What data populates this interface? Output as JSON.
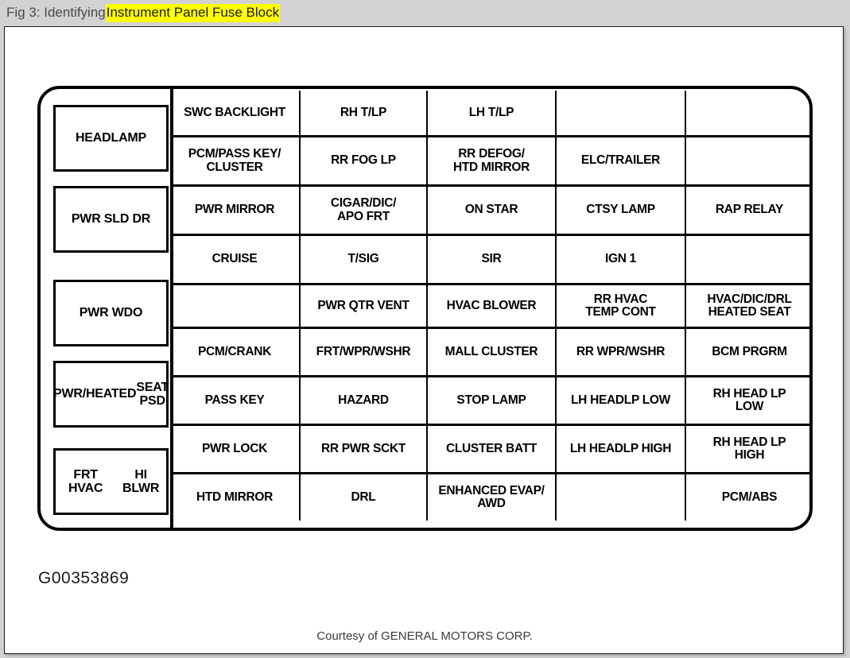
{
  "caption": {
    "prefix": "Fig 3: Identifying ",
    "highlight": "Instrument Panel Fuse Block",
    "highlight_color": "#ffff00"
  },
  "figure": {
    "id_label": "G00353869",
    "courtesy": "Courtesy of GENERAL MOTORS CORP."
  },
  "fuse_block": {
    "relays": [
      {
        "label": "HEADLAMP"
      },
      {
        "label": "PWR SLD DR"
      },
      {
        "label": "PWR WDO"
      },
      {
        "label": "PWR/HEATED\nSEAT PSD"
      },
      {
        "label": "FRT HVAC\nHI BLWR"
      }
    ],
    "columns": 5,
    "rows": 9,
    "grid": [
      [
        "SWC BACKLIGHT",
        "RH T/LP",
        "LH T/LP",
        "",
        ""
      ],
      [
        "PCM/PASS KEY/\nCLUSTER",
        "RR FOG LP",
        "RR DEFOG/\nHTD MIRROR",
        "ELC/TRAILER",
        ""
      ],
      [
        "PWR MIRROR",
        "CIGAR/DIC/\nAPO FRT",
        "ON STAR",
        "CTSY LAMP",
        "RAP RELAY"
      ],
      [
        "CRUISE",
        "T/SIG",
        "SIR",
        "IGN 1",
        ""
      ],
      [
        "",
        "PWR QTR VENT",
        "HVAC BLOWER",
        "RR HVAC\nTEMP CONT",
        "HVAC/DIC/DRL\nHEATED SEAT"
      ],
      [
        "PCM/CRANK",
        "FRT/WPR/WSHR",
        "MALL CLUSTER",
        "RR WPR/WSHR",
        "BCM PRGRM"
      ],
      [
        "PASS KEY",
        "HAZARD",
        "STOP LAMP",
        "LH HEADLP LOW",
        "RH HEAD LP\nLOW"
      ],
      [
        "PWR LOCK",
        "RR PWR SCKT",
        "CLUSTER BATT",
        "LH HEADLP HIGH",
        "RH HEAD LP\nHIGH"
      ],
      [
        "HTD MIRROR",
        "DRL",
        "ENHANCED EVAP/\nAWD",
        "",
        "PCM/ABS"
      ]
    ]
  },
  "layout": {
    "col_edges": [
      0,
      162,
      322,
      484,
      647,
      808
    ],
    "row_edges": [
      6,
      62,
      124,
      186,
      248,
      303,
      364,
      425,
      486,
      547
    ],
    "relay_tops": [
      18,
      120,
      238,
      340,
      450
    ],
    "relay_height": 84
  }
}
